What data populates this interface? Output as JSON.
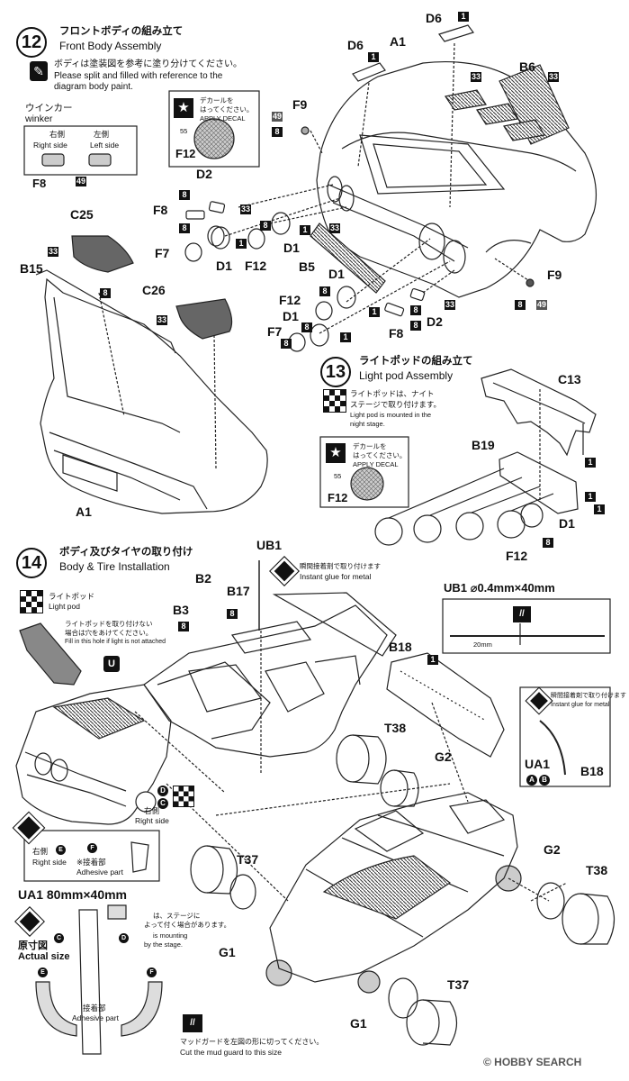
{
  "step12": {
    "number": "12",
    "title_jp": "フロントボディの組み立て",
    "title_en": "Front Body Assembly",
    "note_jp": "ボディは塗装図を参考に塗り分けてください。",
    "note_en1": "Please split and filled with reference to the",
    "note_en2": "diagram body paint.",
    "winker_jp": "ウインカー",
    "winker_en": "winker",
    "right_jp": "右側",
    "right_en": "Right side",
    "left_jp": "左側",
    "left_en": "Left side",
    "decal_jp1": "デカールを",
    "decal_jp2": "はってください。",
    "decal_en": "APPLY DECAL",
    "decal_num": "55"
  },
  "step13": {
    "number": "13",
    "title_jp": "ライトポッドの組み立て",
    "title_en": "Light pod Assembly",
    "note_jp1": "ライトポッドは、ナイト",
    "note_jp2": "ステージで取り付けます。",
    "note_en1": "Light pod is mounted in the",
    "note_en2": "night stage."
  },
  "step14": {
    "number": "14",
    "title_jp": "ボディ及びタイヤの取り付け",
    "title_en": "Body & Tire Installation",
    "lightpod_jp": "ライトポッド",
    "lightpod_en": "Light pod",
    "fill_jp1": "ライトポッドを取り付けない",
    "fill_jp2": "場合は穴をあけてください。",
    "fill_en": "Fill in this hole if light is not attached",
    "glue_jp": "瞬間接着剤で取り付けます",
    "glue_en": "Instant glue for metal",
    "ub1_spec": "UB1  ⌀0.4mm×40mm",
    "ub1_len": "20mm",
    "right_jp": "右側",
    "right_en": "Right side",
    "right_box_jp": "右側",
    "right_box_en": "Right side",
    "adhesive_jp": "※接着部",
    "adhesive_en": "Adhesive part",
    "ua1_title": "UA1  80mm×40mm",
    "actual_jp": "原寸図",
    "actual_en": "Actual size",
    "stage_jp1": "は、ステージに",
    "stage_jp2": "よって付く場合があります。",
    "stage_en1": "is mounting",
    "stage_en2": "by the stage.",
    "adhesive_part_jp": "接着部",
    "adhesive_part_en": "Adhesive part",
    "cut_jp": "マッドガードを左図の形に切ってください。",
    "cut_en": "Cut the mud guard to this size"
  },
  "labels": {
    "D6a": "D6",
    "D6b": "D6",
    "A1top": "A1",
    "B6": "B6",
    "F9a": "F9",
    "F9b": "F9",
    "D2a": "D2",
    "D2b": "D2",
    "F8a": "F8",
    "F8b": "F8",
    "F8c": "F8",
    "F7a": "F7",
    "F7b": "F7",
    "D1a": "D1",
    "D1b": "D1",
    "D1c": "D1",
    "D1d": "D1",
    "D1e": "D1",
    "F12a": "F12",
    "F12b": "F12",
    "F12c": "F12",
    "F12d": "F12",
    "F12e": "F12",
    "B5": "B5",
    "C25": "C25",
    "C26": "C26",
    "B15": "B15",
    "A1bot": "A1",
    "C13": "C13",
    "B19": "B19",
    "UB1": "UB1",
    "B2": "B2",
    "B3": "B3",
    "B17": "B17",
    "B18a": "B18",
    "B18b": "B18",
    "T38a": "T38",
    "T38b": "T38",
    "T37a": "T37",
    "T37b": "T37",
    "G2a": "G2",
    "G2b": "G2",
    "G1a": "G1",
    "G1b": "G1",
    "UA1": "UA1"
  },
  "tags": [
    "1",
    "8",
    "33",
    "49",
    "55"
  ],
  "letters": {
    "C": "C",
    "D": "D",
    "E": "E",
    "F": "F",
    "U": "U",
    "A": "A",
    "B": "B"
  },
  "watermark": "© HOBBY SEARCH"
}
